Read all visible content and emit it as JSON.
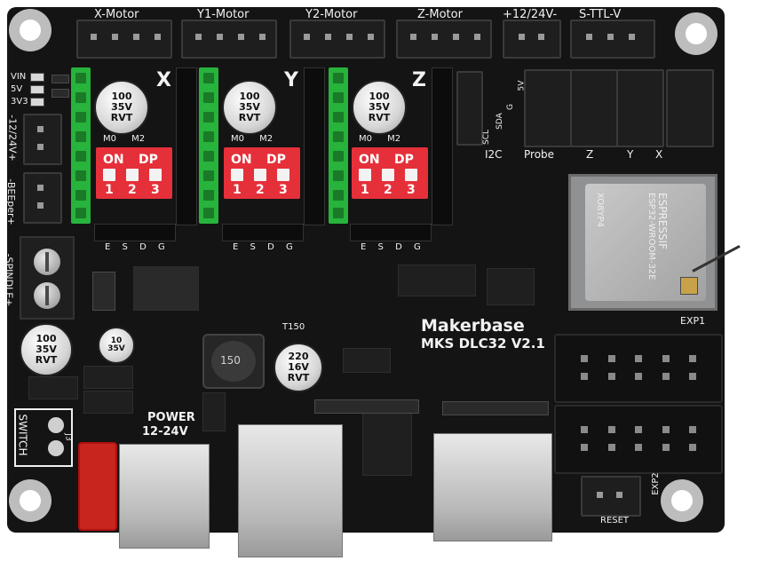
{
  "board": {
    "brand": "Makerbase",
    "model": "MKS DLC32 V2.1"
  },
  "top_headers": [
    "X-Motor",
    "Y1-Motor",
    "Y2-Motor",
    "Z-Motor",
    "+12/24V-",
    "S-TTL-V"
  ],
  "side_labels": {
    "vin": "VIN",
    "v5": "5V",
    "v3": "3V3",
    "power_in": "-12/24V+",
    "beeper": "-BEEper+",
    "spindle": "-SPINDLE+"
  },
  "drivers": [
    {
      "axis": "X",
      "cap_lines": [
        "100",
        "35V",
        "RVT"
      ],
      "m_labels": "M0 M2",
      "on": "ON",
      "dp": "DP",
      "switch_nums": [
        "1",
        "2",
        "3"
      ],
      "bottom": [
        "E",
        "S",
        "D",
        "G"
      ]
    },
    {
      "axis": "Y",
      "cap_lines": [
        "100",
        "35V",
        "RVT"
      ],
      "m_labels": "M0 M2",
      "on": "ON",
      "dp": "DP",
      "switch_nums": [
        "1",
        "2",
        "3"
      ],
      "bottom": [
        "E",
        "S",
        "D",
        "G"
      ]
    },
    {
      "axis": "Z",
      "cap_lines": [
        "100",
        "35V",
        "RVT"
      ],
      "m_labels": "M0 M2",
      "on": "ON",
      "dp": "DP",
      "switch_nums": [
        "1",
        "2",
        "3"
      ],
      "bottom": [
        "E",
        "S",
        "D",
        "G"
      ]
    }
  ],
  "right_connectors": {
    "i2c_pins": [
      "SCL",
      "SDA",
      "G",
      "5V"
    ],
    "i2c": "I2C",
    "probe": "Probe",
    "z": "Z",
    "y": "Y",
    "x": "X"
  },
  "esp_module": {
    "brand": "ESPRESSIF",
    "part": "ESP32-WROOM-32E",
    "side": "XO8YP4"
  },
  "components": {
    "inductor": "150",
    "t150": "T150",
    "cap_small_lines": [
      "10",
      "35V"
    ],
    "cap_bottom_left": [
      "100",
      "35V",
      "RVT"
    ],
    "cap_center": [
      "220",
      "16V",
      "RVT"
    ]
  },
  "bottom": {
    "power_line1": "POWER",
    "power_line2": "12-24V",
    "switch": "SWITCH",
    "j3": "J3",
    "exp1": "EXP1",
    "exp2": "EXP2",
    "reset": "RESET"
  }
}
